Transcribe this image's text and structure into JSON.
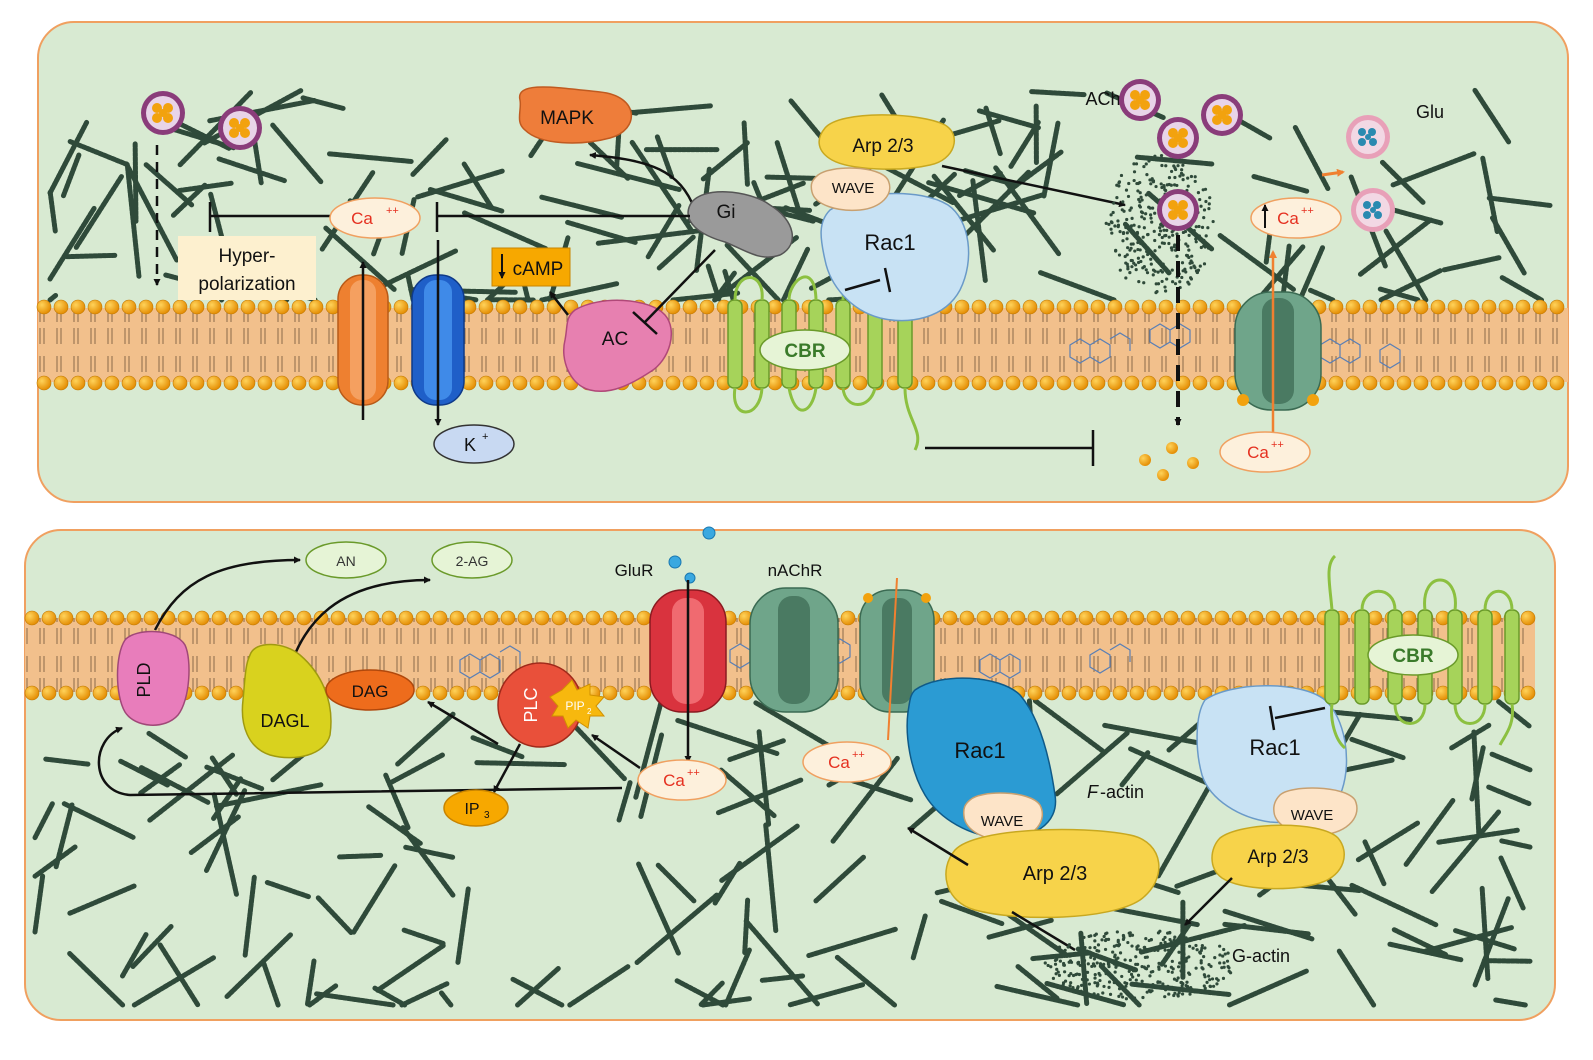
{
  "top": {
    "labels": {
      "ach": "ACh",
      "glu": "Glu",
      "mapk": "MAPK",
      "gi": "Gi",
      "arp": "Arp 2/3",
      "wave": "WAVE",
      "rac1": "Rac1",
      "ca1": "Ca",
      "ca2": "Ca",
      "ca3": "Ca",
      "ca_sup": "++",
      "hyper1": "Hyper-",
      "hyper2": "polarization",
      "camp": "cAMP",
      "ac": "AC",
      "cbr": "CBR",
      "k": "K",
      "k_sup": "+"
    }
  },
  "bottom": {
    "labels": {
      "an": "AN",
      "twoag": "2-AG",
      "glur": "GluR",
      "nachr": "nAChR",
      "pld": "PLD",
      "dagl": "DAGL",
      "dag": "DAG",
      "plc": "PLC",
      "pip": "PIP",
      "pip_sub": "2",
      "ip": "IP",
      "ip_sub": "3",
      "ca1": "Ca",
      "ca2": "Ca",
      "ca_sup": "++",
      "rac1a": "Rac1",
      "rac1b": "Rac1",
      "wave1": "WAVE",
      "wave2": "WAVE",
      "arp1": "Arp 2/3",
      "arp2": "Arp 2/3",
      "factin_f": "F",
      "factin_rest": "-actin",
      "gactin": "G-actin",
      "cbr": "CBR"
    }
  },
  "colors": {
    "cytoplasm": "#d8ead2",
    "border": "#f0a060",
    "membrane": "#f2c08c",
    "head": "#f2a20e",
    "actin": "#2f4a3a",
    "calcium_text": "#e53020",
    "camp_fill": "#f7a800",
    "mapk_fill": "#ee7d3a",
    "arp_fill": "#f7d34a",
    "rac1_light": "#c8e2f4",
    "rac1_dark": "#2b9bd3",
    "cbr_fill": "#a6d35a",
    "ac_fill": "#e780b0",
    "pld_fill": "#e87dbb",
    "dagl_fill": "#d9d21e",
    "dag_fill": "#ee6c1c",
    "plc_fill": "#e9503a",
    "glur_fill": "#d9333e",
    "nachr_fill": "#6fa58a",
    "k_fill": "#c8d9f2"
  }
}
